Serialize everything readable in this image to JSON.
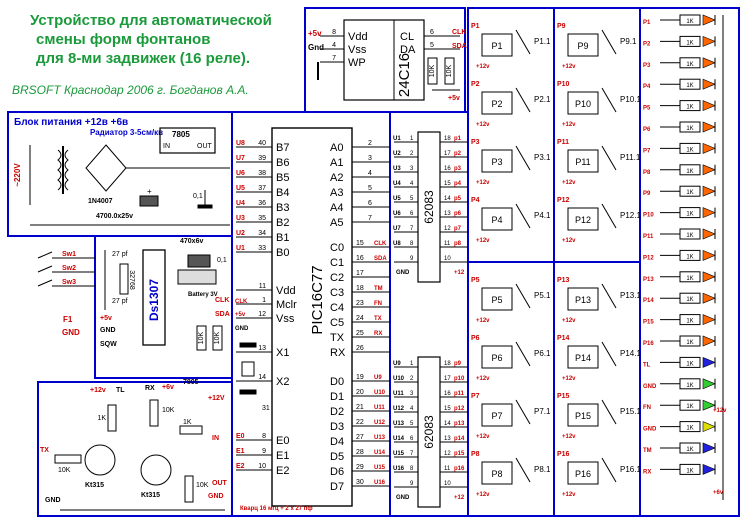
{
  "header": {
    "title_line1": "Устройство для автоматической",
    "title_line2": "смены форм фонтанов",
    "title_line3": "для 8-ми задвижек (16 реле).",
    "author": "BRSOFT  Краснодар 2006 г. Богданов А.А."
  },
  "power": {
    "title": "Блок питания +12в  +6в",
    "radiator": "Радиатор 3-5см/кв",
    "ac_label": "~220V",
    "reg_name": "7805",
    "reg_in": "IN",
    "reg_out": "OUT",
    "diode": "1N4007",
    "cap": "4700.0x25v",
    "cap2": "0,1",
    "plus": "+"
  },
  "eeprom": {
    "name": "24C16",
    "left_pins": [
      "Vdd",
      "Vss",
      "WP"
    ],
    "right_pins": [
      "CL",
      "DA"
    ],
    "pin_nums_left": [
      "8",
      "4",
      "7"
    ],
    "pin_nums_right": [
      "6",
      "5"
    ],
    "plus5": "+5v",
    "gnd": "Gnd",
    "clk": "CLK",
    "sda": "SDA",
    "res": "10K",
    "plus5b": "+5v"
  },
  "mcu": {
    "name": "PIC16C77",
    "left_pins": [
      "B7",
      "B6",
      "B5",
      "B4",
      "B3",
      "B2",
      "B1",
      "B0"
    ],
    "left_nums": [
      "40",
      "39",
      "38",
      "37",
      "36",
      "35",
      "34",
      "33"
    ],
    "left_nets": [
      "U8",
      "U7",
      "U6",
      "U5",
      "U4",
      "U3",
      "U2",
      "U1"
    ],
    "right_pins_a": [
      "A0",
      "A1",
      "A2",
      "A3",
      "A4",
      "A5"
    ],
    "right_nums_a": [
      "2",
      "3",
      "4",
      "5",
      "6",
      "7"
    ],
    "right_pins_c": [
      "C0",
      "C1",
      "C2",
      "C3",
      "C4",
      "C5",
      "TX",
      "RX"
    ],
    "right_nums_c": [
      "15",
      "16",
      "17",
      "18",
      "23",
      "24",
      "25",
      "26"
    ],
    "right_nets_c": [
      "CLK",
      "SDA",
      "",
      "TM",
      "FN",
      "TX",
      "RX",
      ""
    ],
    "right_pins_d": [
      "D0",
      "D1",
      "D2",
      "D3",
      "D4",
      "D5",
      "D6",
      "D7"
    ],
    "right_nums_d": [
      "19",
      "20",
      "21",
      "22",
      "27",
      "28",
      "29",
      "30"
    ],
    "right_nets_d": [
      "U9",
      "U10",
      "U11",
      "U12",
      "U13",
      "U14",
      "U15",
      "U16"
    ],
    "power_pins": [
      "Vdd",
      "Mclr",
      "Vss"
    ],
    "power_nums": [
      "11",
      "1",
      "12"
    ],
    "xtal_pins": [
      "X1",
      "X2"
    ],
    "xtal_nums": [
      "13",
      "14"
    ],
    "e_pins": [
      "E0",
      "E1",
      "E2"
    ],
    "e_nums": [
      "8",
      "9",
      "10"
    ],
    "e_nets": [
      "E0",
      "E1",
      "E2"
    ],
    "gnd_num": "31",
    "quartz_note": "Кварц 16 мгц   + 2 х 27 пф",
    "clk": "CLK",
    "gnd": "GND",
    "plus5": "+5v"
  },
  "drivers": {
    "name": "62083",
    "in_top": [
      "U1",
      "U2",
      "U3",
      "U4",
      "U5",
      "U6",
      "U7",
      "U8"
    ],
    "in_bot": [
      "U9",
      "U10",
      "U11",
      "U12",
      "U13",
      "U14",
      "U15",
      "U16"
    ],
    "out_top": [
      "p1",
      "p2",
      "p3",
      "p4",
      "p5",
      "p6",
      "p7",
      "p8"
    ],
    "out_bot": [
      "p9",
      "p10",
      "p11",
      "p12",
      "p13",
      "p14",
      "p15",
      "p16"
    ],
    "pin_left": [
      "1",
      "2",
      "3",
      "4",
      "5",
      "6",
      "7",
      "8",
      "9"
    ],
    "pin_right": [
      "18",
      "17",
      "16",
      "15",
      "14",
      "13",
      "12",
      "11",
      "10"
    ],
    "gnd": "GND",
    "plus12": "+12"
  },
  "rtc": {
    "name": "Ds1307",
    "crystal": "32768",
    "cap_a": "27 pf",
    "cap_b": "27 pf",
    "cap_top": "470x6v",
    "battery": "Battery 3V",
    "cap_01": "0,1",
    "switches": [
      "Sw1",
      "Sw2",
      "Sw3"
    ],
    "f1": "F1",
    "gnd": "GND",
    "plus5": "+5v",
    "gnd2": "GND",
    "sqw": "SQW",
    "clk": "CLK",
    "sda": "SDA",
    "r1": "10K",
    "r2": "10K"
  },
  "rs": {
    "plus12": "+12v",
    "tl": "TL",
    "rx": "RX",
    "plus6": "+6v",
    "r_1k": "1K",
    "r_10k": "10K",
    "r_10k2": "10K",
    "r_10k3": "10K",
    "r_1k2": "1K",
    "reg": "7805",
    "plus12b": "+12V",
    "tx": "TX",
    "t1": "Kt315",
    "t2": "Kt315",
    "gnd": "GND",
    "in": "IN",
    "out": "OUT",
    "gnd2": "GND",
    "e0": "E0",
    "e1": "E1",
    "e2": "E2"
  },
  "relays": {
    "groups": [
      {
        "nets": [
          "P1",
          "P2",
          "P3",
          "P4"
        ],
        "boxes": [
          "P1",
          "P2",
          "P3",
          "P4"
        ],
        "sub": [
          "P1.1",
          "P2.1",
          "P3.1",
          "P4.1"
        ]
      },
      {
        "nets": [
          "P9",
          "P10",
          "P11",
          "P12"
        ],
        "boxes": [
          "P9",
          "P10",
          "P11",
          "P12"
        ],
        "sub": [
          "P9.1",
          "P10.1",
          "P11.1",
          "P12.1"
        ]
      },
      {
        "nets": [
          "P5",
          "P6",
          "P7",
          "P8"
        ],
        "boxes": [
          "P5",
          "P6",
          "P7",
          "P8"
        ],
        "sub": [
          "P5.1",
          "P6.1",
          "P7.1",
          "P8.1"
        ]
      },
      {
        "nets": [
          "P13",
          "P14",
          "P15",
          "P16"
        ],
        "boxes": [
          "P13",
          "P14",
          "P15",
          "P16"
        ],
        "sub": [
          "P13.1",
          "P14.1",
          "P15.1",
          "P16.1"
        ]
      }
    ],
    "supply": "+12v"
  },
  "leds": {
    "labels": [
      "P1",
      "P2",
      "P3",
      "P4",
      "P5",
      "P6",
      "P7",
      "P8",
      "P9",
      "P10",
      "P11",
      "P12",
      "P13",
      "P14",
      "P15",
      "P16",
      "TL",
      "GND",
      "FN",
      "GND",
      "TM",
      "RX"
    ],
    "res": "1K",
    "colors": [
      "#ff6600",
      "#ff6600",
      "#ff6600",
      "#ff6600",
      "#ff6600",
      "#ff6600",
      "#ff6600",
      "#ff6600",
      "#ff6600",
      "#ff6600",
      "#ff6600",
      "#ff6600",
      "#ff6600",
      "#ff6600",
      "#ff6600",
      "#ff6600",
      "#2222dd",
      "#33cc33",
      "#33cc33",
      "#dddd00",
      "#2222dd",
      "#2222dd"
    ],
    "plus12": "+12v",
    "plus6": "+6v"
  },
  "colors": {
    "frame": "#0000cc",
    "wire": "#000000",
    "net": "#cc0000",
    "title": "#1a9a3a"
  }
}
